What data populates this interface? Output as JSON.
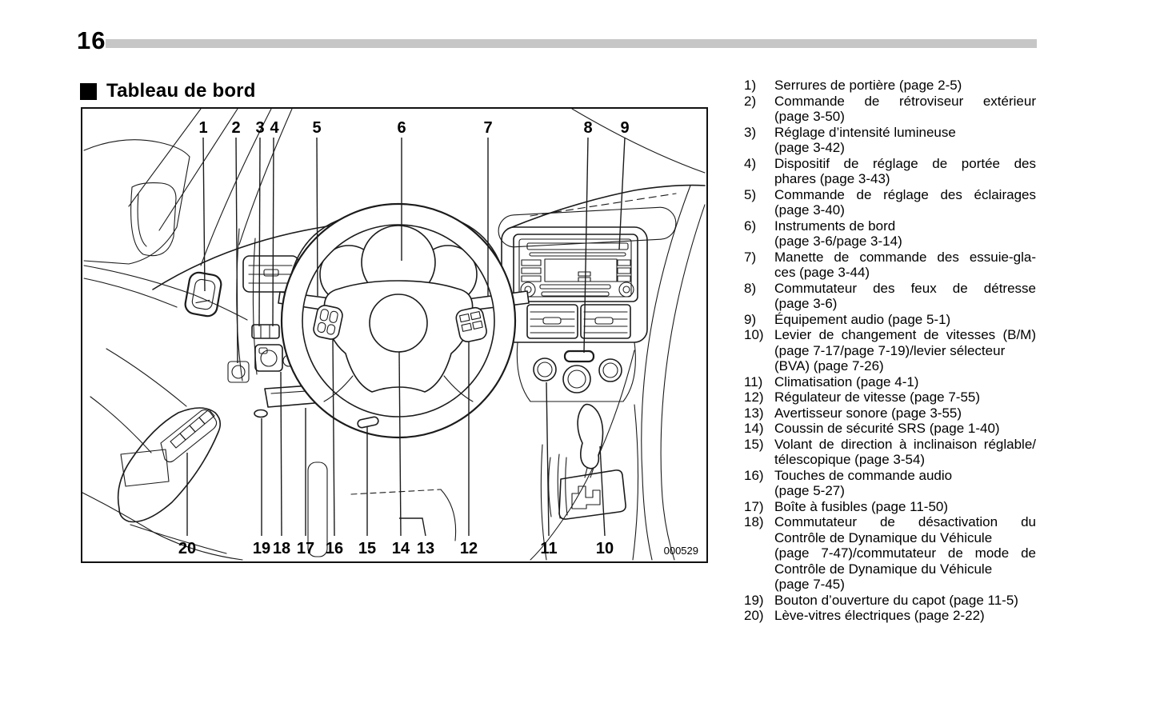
{
  "header": {
    "page_number": "16"
  },
  "section": {
    "title": "Tableau de bord"
  },
  "figure": {
    "code": "000529",
    "top_callouts": [
      "1",
      "2",
      "3",
      "4",
      "5",
      "6",
      "7",
      "8",
      "9"
    ],
    "bottom_callouts": [
      "20",
      "19",
      "18",
      "17",
      "16",
      "15",
      "14",
      "13",
      "12",
      "11",
      "10"
    ]
  },
  "legend": {
    "items": [
      {
        "num": "1)",
        "lines": [
          {
            "text": "Serrures de portière (page 2-5)",
            "j": false
          }
        ]
      },
      {
        "num": "2)",
        "lines": [
          {
            "text": "Commande de rétroviseur extérieur",
            "j": true
          },
          {
            "text": "(page 3-50)",
            "j": false
          }
        ]
      },
      {
        "num": "3)",
        "lines": [
          {
            "text": "Réglage d’intensité lumineuse",
            "j": false
          },
          {
            "text": "(page 3-42)",
            "j": false
          }
        ]
      },
      {
        "num": "4)",
        "lines": [
          {
            "text": "Dispositif de réglage de portée des",
            "j": true
          },
          {
            "text": "phares (page 3-43)",
            "j": false
          }
        ]
      },
      {
        "num": "5)",
        "lines": [
          {
            "text": "Commande de réglage des éclairages",
            "j": true
          },
          {
            "text": "(page 3-40)",
            "j": false
          }
        ]
      },
      {
        "num": "6)",
        "lines": [
          {
            "text": "Instruments de bord",
            "j": false
          },
          {
            "text": "(page 3-6/page 3-14)",
            "j": false
          }
        ]
      },
      {
        "num": "7)",
        "lines": [
          {
            "text": "Manette de commande des essuie-gla-",
            "j": true
          },
          {
            "text": "ces (page 3-44)",
            "j": false
          }
        ]
      },
      {
        "num": "8)",
        "lines": [
          {
            "text": "Commutateur des feux de détresse",
            "j": true
          },
          {
            "text": "(page 3-6)",
            "j": false
          }
        ]
      },
      {
        "num": "9)",
        "lines": [
          {
            "text": "Équipement audio (page 5-1)",
            "j": false
          }
        ]
      },
      {
        "num": "10)",
        "lines": [
          {
            "text": "Levier de changement de vitesses (B/M)",
            "j": true
          },
          {
            "text": "(page 7-17/page 7-19)/levier sélecteur",
            "j": false
          },
          {
            "text": "(BVA) (page 7-26)",
            "j": false
          }
        ]
      },
      {
        "num": "11)",
        "lines": [
          {
            "text": "Climatisation (page 4-1)",
            "j": false
          }
        ]
      },
      {
        "num": "12)",
        "lines": [
          {
            "text": "Régulateur de vitesse (page 7-55)",
            "j": false
          }
        ]
      },
      {
        "num": "13)",
        "lines": [
          {
            "text": "Avertisseur sonore (page 3-55)",
            "j": false
          }
        ]
      },
      {
        "num": "14)",
        "lines": [
          {
            "text": "Coussin de sécurité SRS (page 1-40)",
            "j": false
          }
        ]
      },
      {
        "num": "15)",
        "lines": [
          {
            "text": "Volant de direction à inclinaison réglable/",
            "j": true
          },
          {
            "text": "télescopique (page 3-54)",
            "j": false
          }
        ]
      },
      {
        "num": "16)",
        "lines": [
          {
            "text": "Touches de commande audio",
            "j": false
          },
          {
            "text": "(page 5-27)",
            "j": false
          }
        ]
      },
      {
        "num": "17)",
        "lines": [
          {
            "text": "Boîte à fusibles (page 11-50)",
            "j": false
          }
        ]
      },
      {
        "num": "18)",
        "lines": [
          {
            "text": "Commutateur de désactivation du",
            "j": true
          },
          {
            "text": "Contrôle de Dynamique du Véhicule",
            "j": false
          },
          {
            "text": "(page 7-47)/commutateur de mode de",
            "j": true
          },
          {
            "text": "Contrôle de Dynamique du Véhicule",
            "j": false
          },
          {
            "text": "(page 7-45)",
            "j": false
          }
        ]
      },
      {
        "num": "19)",
        "lines": [
          {
            "text": "Bouton d’ouverture du capot (page 11-5)",
            "j": false
          }
        ]
      },
      {
        "num": "20)",
        "lines": [
          {
            "text": "Lève-vitres électriques (page 2-22)",
            "j": false
          }
        ]
      }
    ]
  }
}
